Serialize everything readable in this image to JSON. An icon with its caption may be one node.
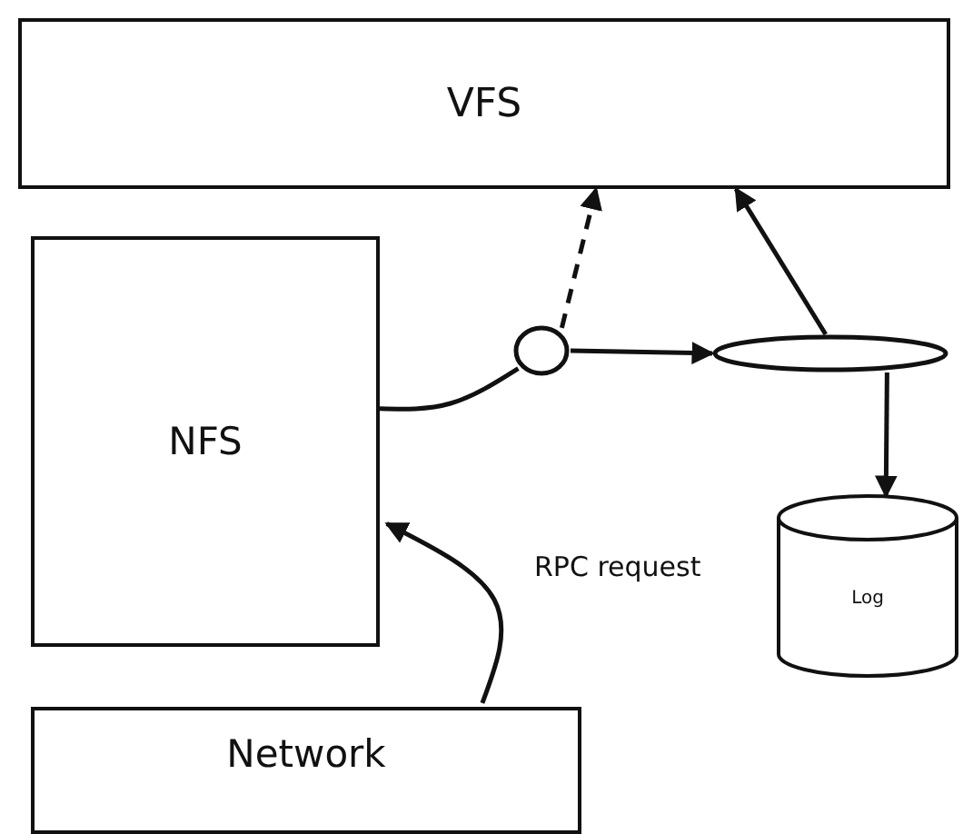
{
  "diagram": {
    "nodes": [
      {
        "text": [
          "VFS"
        ]
      },
      {
        "text": [
          "NFS"
        ]
      },
      {
        "text": [
          "Network"
        ]
      },
      {
        "text": [],
        "shape": "circle"
      },
      {
        "text": [],
        "shape": "ellipse"
      },
      {
        "text": [
          "Log"
        ]
      }
    ],
    "edges": [
      {
        "from": 1,
        "to": 3,
        "arrow": "none"
      },
      {
        "from": 3,
        "to": 0,
        "arrow": "to",
        "style": "dashed"
      },
      {
        "from": 3,
        "to": 4,
        "arrow": "to"
      },
      {
        "from": 4,
        "to": 0,
        "arrow": "to"
      },
      {
        "from": 4,
        "to": 5,
        "arrow": "to"
      },
      {
        "from": 2,
        "to": 1,
        "arrow": "to",
        "label": "RPC request"
      }
    ]
  }
}
